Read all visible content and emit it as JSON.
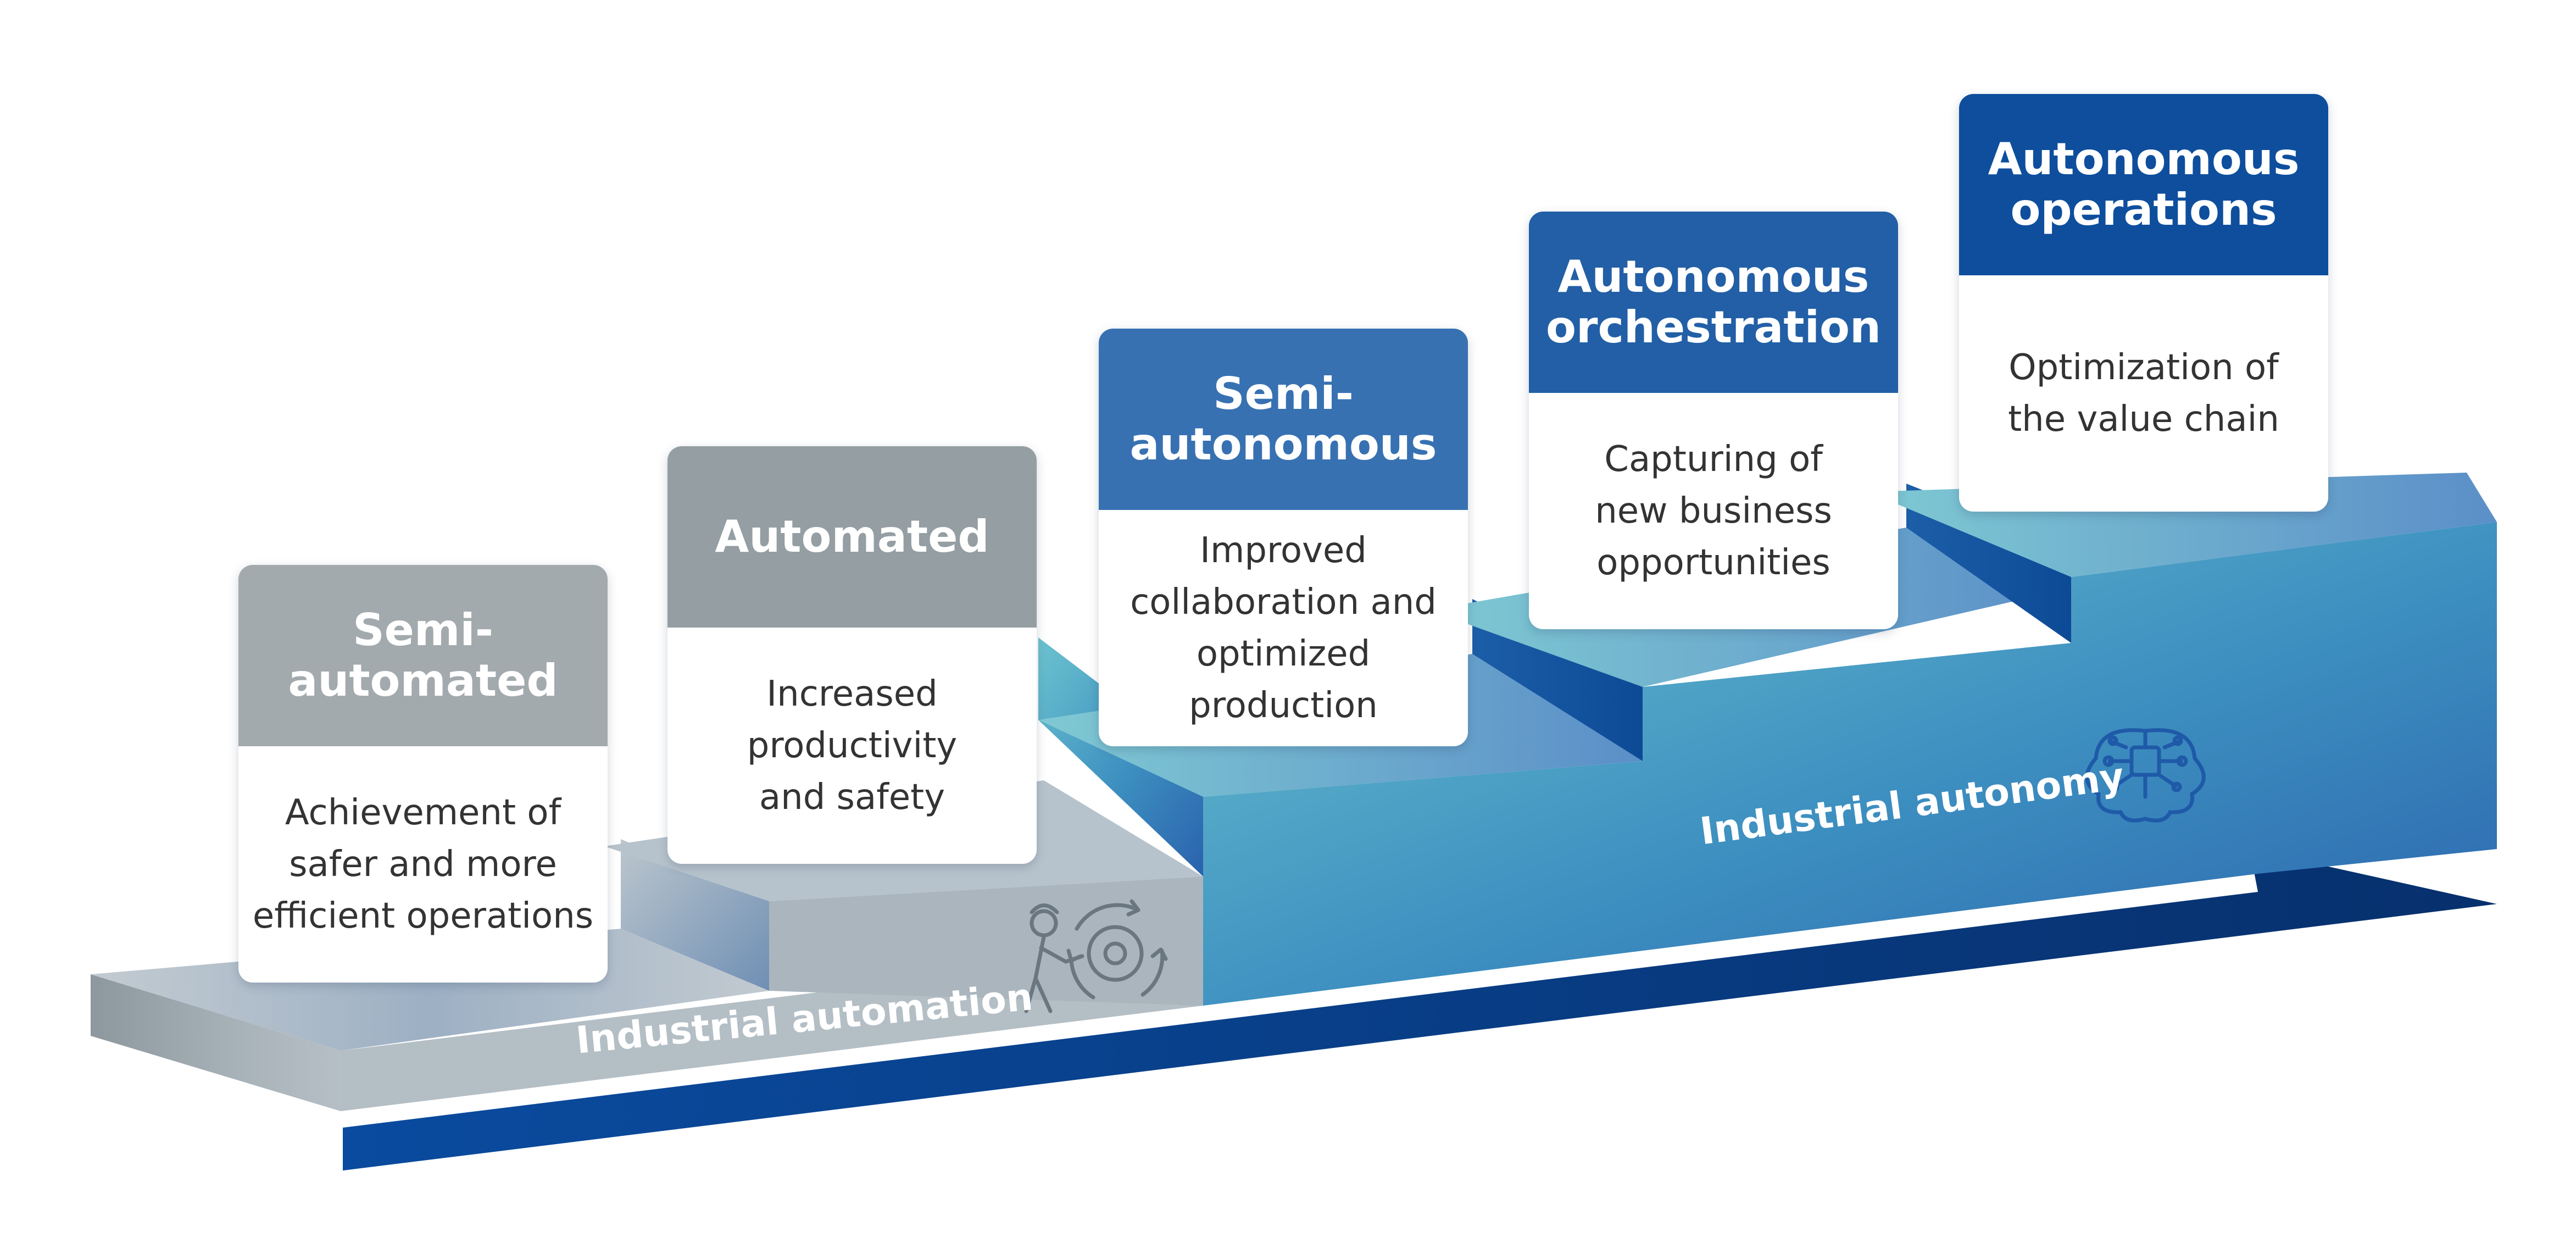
{
  "stages": [
    {
      "title": "Semi-\nautomated",
      "description": "Achievement of\nsafer and more\nefficient operations",
      "header_color": "#a3aaae"
    },
    {
      "title": "Automated",
      "description": "Increased\nproductivity\nand safety",
      "header_color": "#949ea3"
    },
    {
      "title": "Semi-\nautonomous",
      "description": "Improved\ncollaboration and\noptimized production",
      "header_color": "#3771b2"
    },
    {
      "title": "Autonomous\norchestration",
      "description": "Capturing of\nnew business\nopportunities",
      "header_color": "#225fa6"
    },
    {
      "title": "Autonomous\noperations",
      "description": "Optimization of\nthe value chain",
      "header_color": "#0e4e9d"
    }
  ],
  "phases": {
    "automation": {
      "label": "Industrial automation",
      "icon": "worker-gear-icon"
    },
    "autonomy": {
      "label": "Industrial autonomy",
      "icon": "brain-chip-icon"
    }
  },
  "colors": {
    "arrow": "#0b3f8c",
    "stair_teal": "#5ab3c8",
    "stair_blue": "#2f6fb3",
    "stair_grey": "#a9b3ba"
  }
}
